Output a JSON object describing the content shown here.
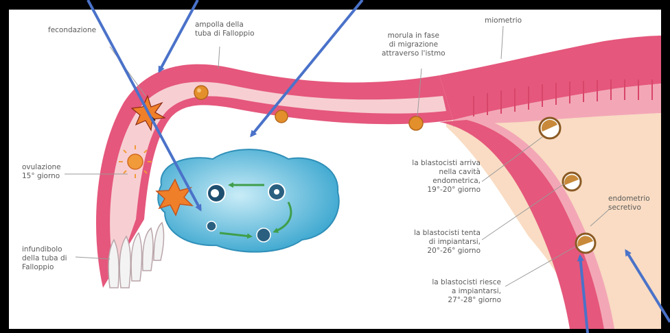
{
  "labels": {
    "fecondazione": "fecondazione",
    "ampolla": "ampolla della\ntuba di Falloppio",
    "morula": "morula in fase\ndi migrazione\nattraverso l'istmo",
    "miometrio": "miometrio",
    "ovulazione": "ovulazione\n15° giorno",
    "blastocisti_arriva": "la blastocisti arriva\nnella cavità\nendometrica,\n19°-20° giorno",
    "blastocisti_tenta": "la blastocisti tenta\ndi impiantarsi,\n20°-26° giorno",
    "blastocisti_riesce": "la blastocisti riesce\na impiantarsi,\n27°-28° giorno",
    "endometrio": "endometrio\nsecretivo",
    "infundibolo": "infundibolo\ndella tuba di\nFalloppio"
  },
  "colors": {
    "frame": "#000000",
    "canvas": "#ffffff",
    "wall": "#e0456d",
    "lumen": "#f7cfd3",
    "endometrium": "#f9d9bf",
    "ovary": "#58b9d9",
    "arrow": "#4a72c9",
    "embryo": "#e3902c"
  }
}
